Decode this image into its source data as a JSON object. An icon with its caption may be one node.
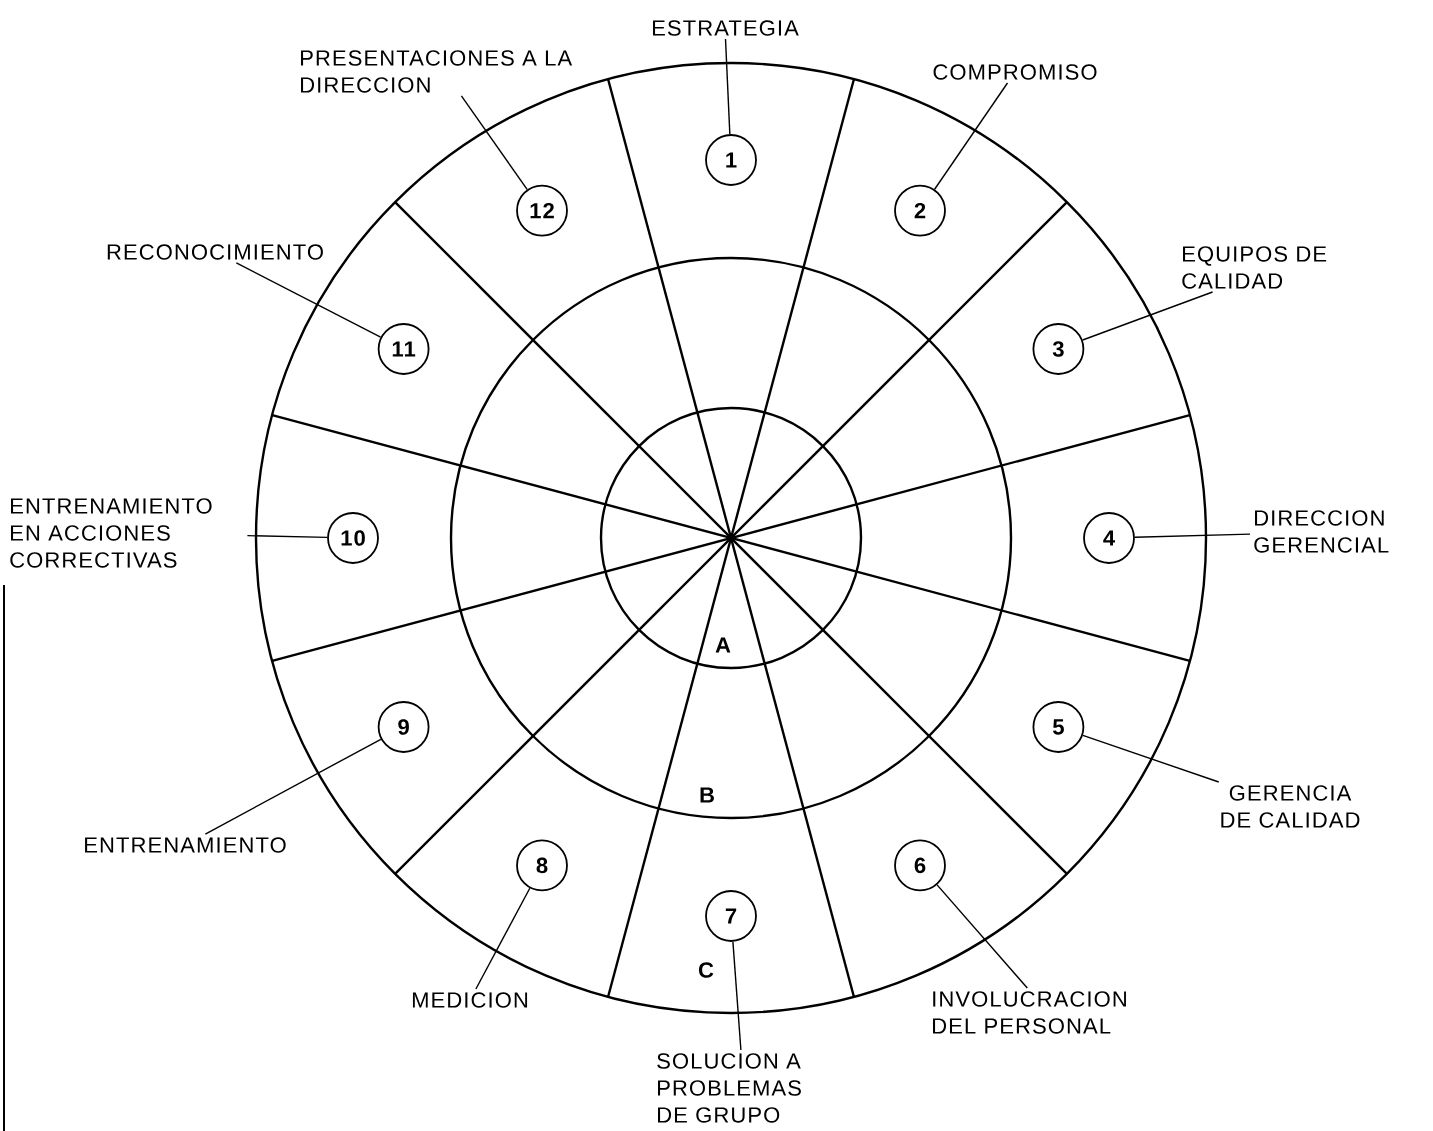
{
  "diagram": {
    "nodes": [
      {
        "text": [
          "1"
        ]
      },
      {
        "text": [
          "2"
        ]
      },
      {
        "text": [
          "3"
        ]
      },
      {
        "text": [
          "4"
        ]
      },
      {
        "text": [
          "5"
        ]
      },
      {
        "text": [
          "6"
        ]
      },
      {
        "text": [
          "7"
        ]
      },
      {
        "text": [
          "8"
        ]
      },
      {
        "text": [
          "9"
        ]
      },
      {
        "text": [
          "10"
        ]
      },
      {
        "text": [
          "11"
        ]
      },
      {
        "text": [
          "12"
        ]
      },
      {
        "text": [
          "ESTRATEGIA"
        ]
      },
      {
        "text": [
          "COMPROMISO"
        ]
      },
      {
        "text": [
          "EQUIPOS DE CALIDAD"
        ]
      },
      {
        "text": [
          "DIRECCION GERENCIAL"
        ]
      },
      {
        "text": [
          "GERENCIA DE CALIDAD"
        ]
      },
      {
        "text": [
          "INVOLUCRACION DEL PERSONAL"
        ]
      },
      {
        "text": [
          "SOLUCION A PROBLEMAS DE GRUPO"
        ]
      },
      {
        "text": [
          "MEDICION"
        ]
      },
      {
        "text": [
          "ENTRENAMIENTO"
        ]
      },
      {
        "text": [
          "ENTRENAMIENTO EN ACCIONES CORRECTIVAS"
        ]
      },
      {
        "text": [
          "RECONOCIMIENTO"
        ]
      },
      {
        "text": [
          "PRESENTACIONES A LA DIRECCION"
        ]
      }
    ],
    "edges": [
      {
        "from": 12,
        "to": 0,
        "arrow": "none"
      },
      {
        "from": 13,
        "to": 1,
        "arrow": "none"
      },
      {
        "from": 14,
        "to": 2,
        "arrow": "none"
      },
      {
        "from": 15,
        "to": 3,
        "arrow": "none"
      },
      {
        "from": 16,
        "to": 4,
        "arrow": "none"
      },
      {
        "from": 17,
        "to": 5,
        "arrow": "none"
      },
      {
        "from": 18,
        "to": 6,
        "arrow": "none"
      },
      {
        "from": 19,
        "to": 7,
        "arrow": "none"
      },
      {
        "from": 20,
        "to": 8,
        "arrow": "none"
      },
      {
        "from": 21,
        "to": 9,
        "arrow": "none"
      },
      {
        "from": 22,
        "to": 10,
        "arrow": "none"
      },
      {
        "from": 23,
        "to": 11,
        "arrow": "none"
      }
    ],
    "labels": [
      "A",
      "B",
      "C"
    ]
  }
}
